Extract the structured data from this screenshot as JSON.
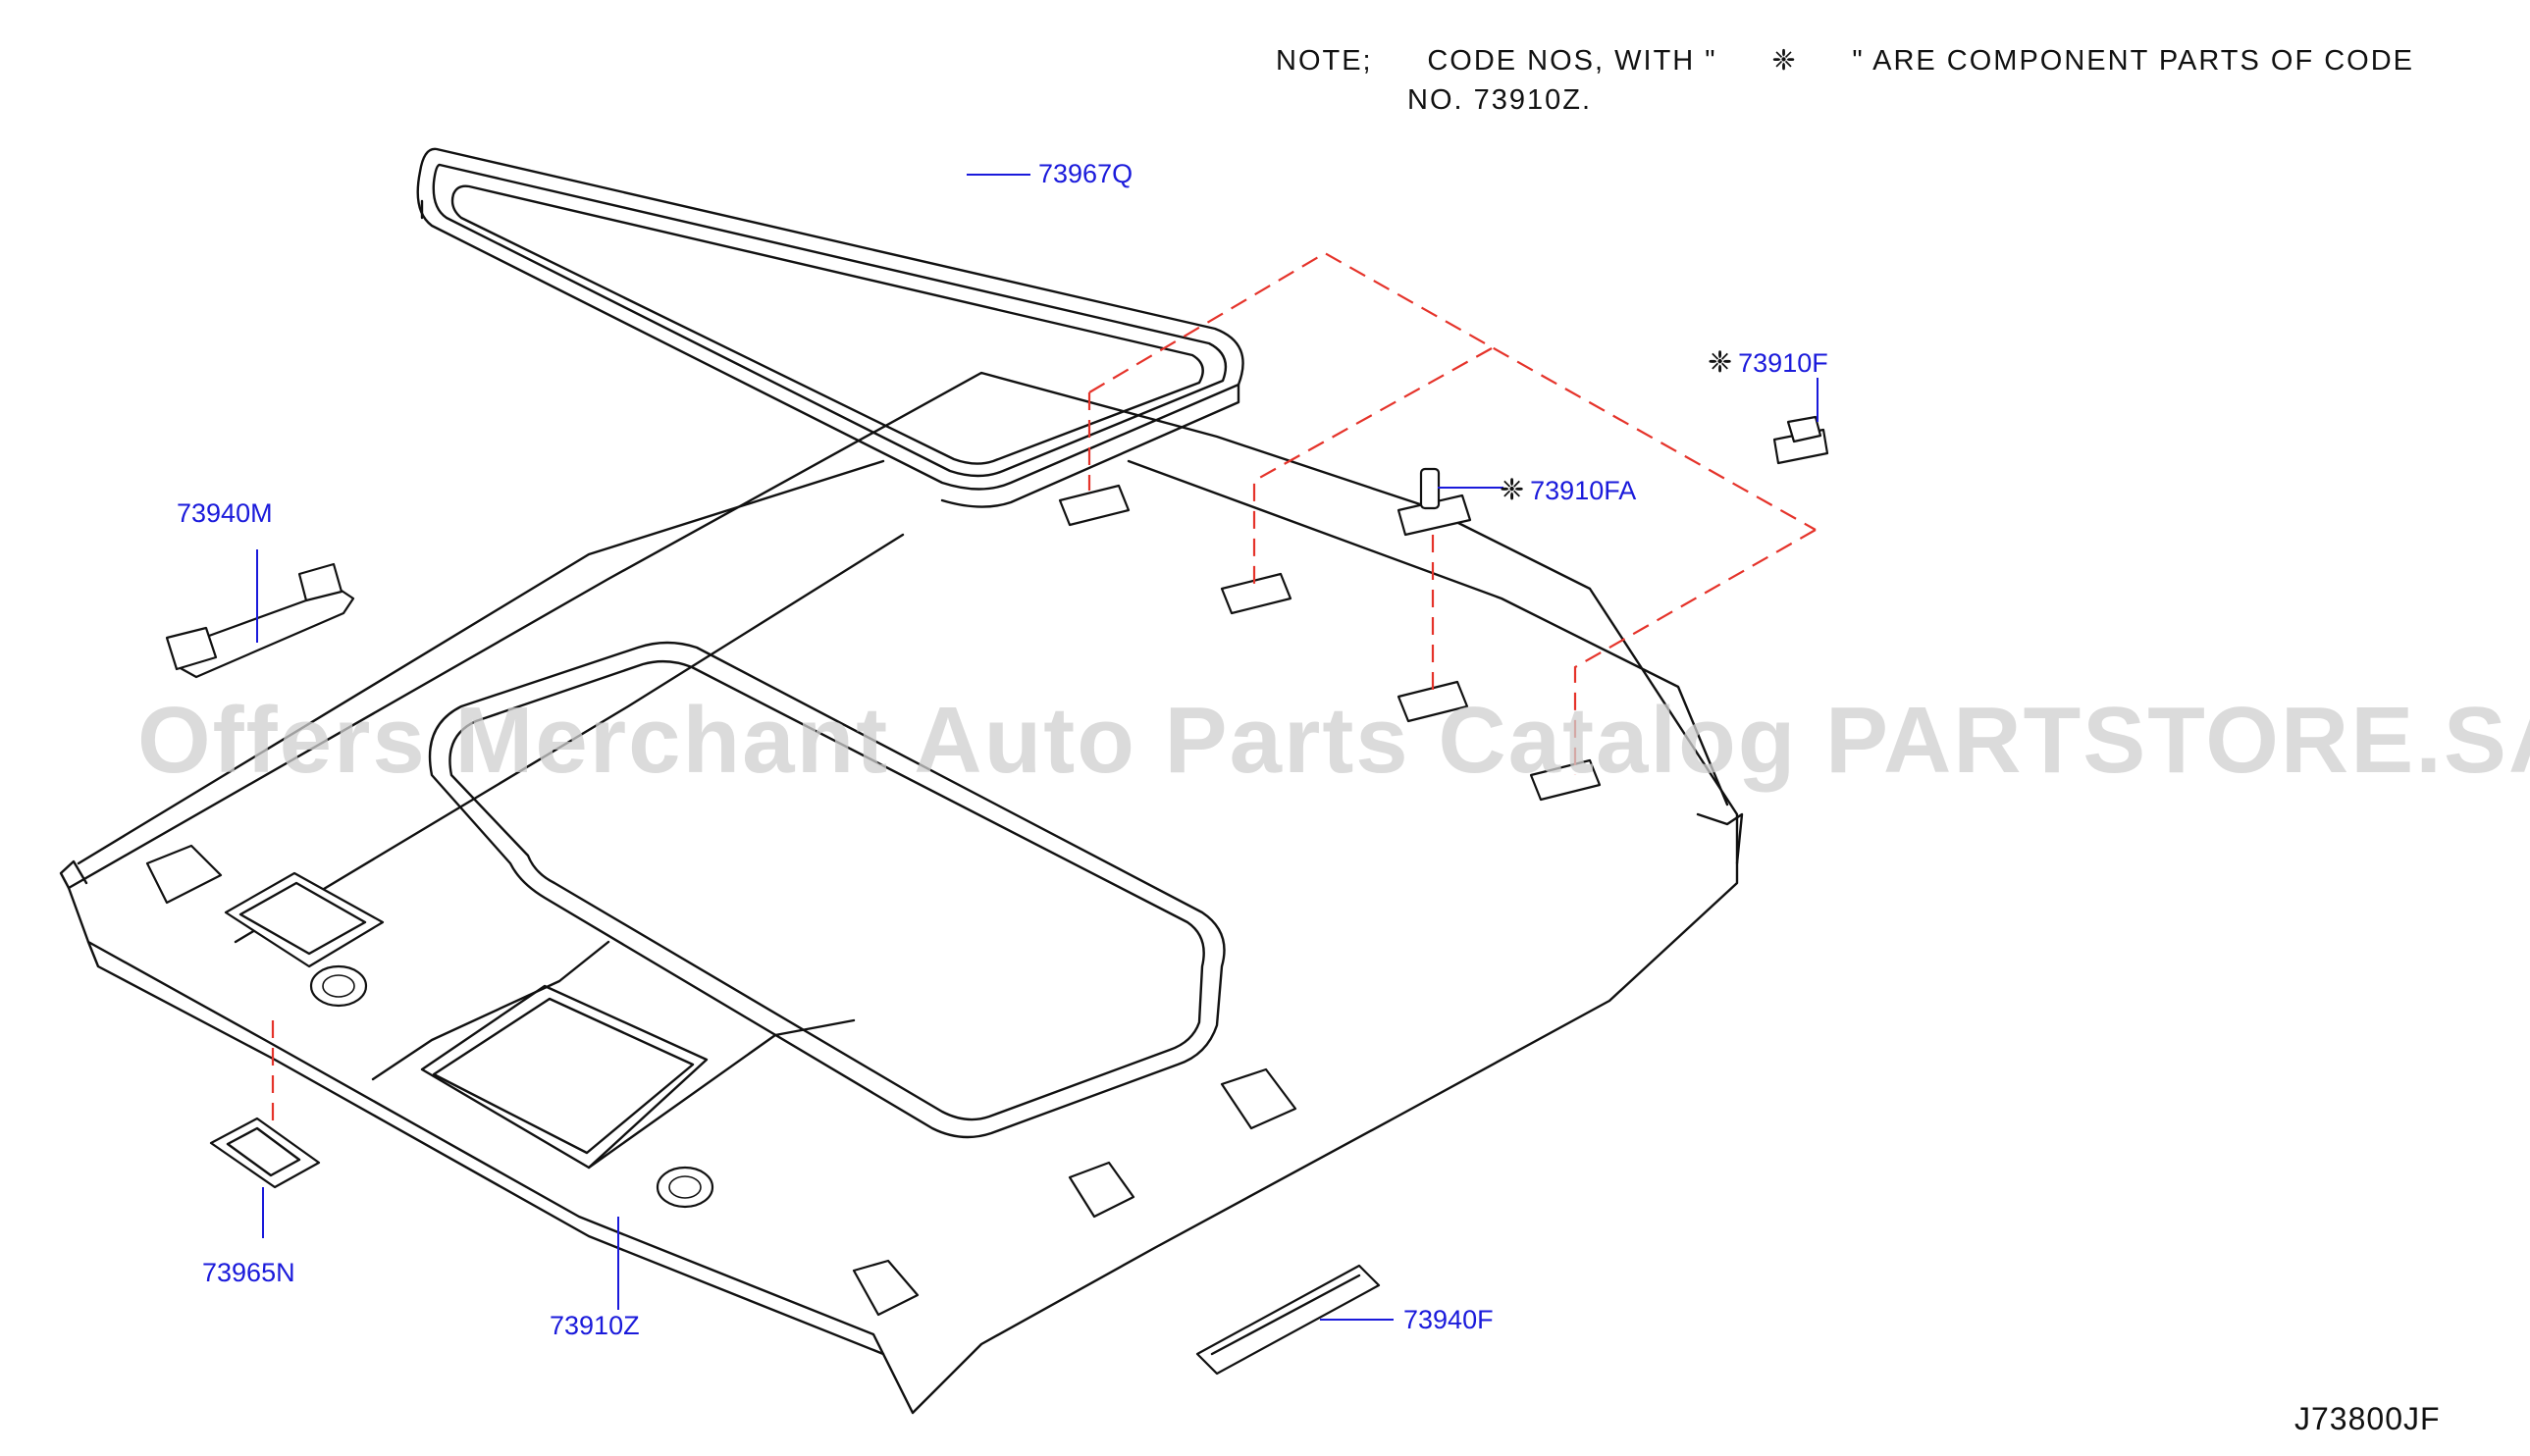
{
  "note": {
    "prefix": "NOTE;",
    "text_before_mark": "CODE NOS, WITH \"",
    "mark": "❈",
    "text_after_mark": "\" ARE COMPONENT PARTS OF CODE",
    "line2": "NO. 73910Z."
  },
  "part_labels": {
    "p73967Q": "73967Q",
    "p73940M": "73940M",
    "p73910F": "73910F",
    "p73910FA": "73910FA",
    "p73965N": "73965N",
    "p73910Z": "73910Z",
    "p73940F": "73940F"
  },
  "component_mark": "❈",
  "diagram_code": "J73800JF",
  "watermark": "Offers Merchant Auto Parts Catalog PARTSTORE.SA",
  "colors": {
    "label_blue": "#1a1adb",
    "dash_red": "#e5332a",
    "line_black": "#111111",
    "watermark_gray": "#cfcfcf"
  }
}
